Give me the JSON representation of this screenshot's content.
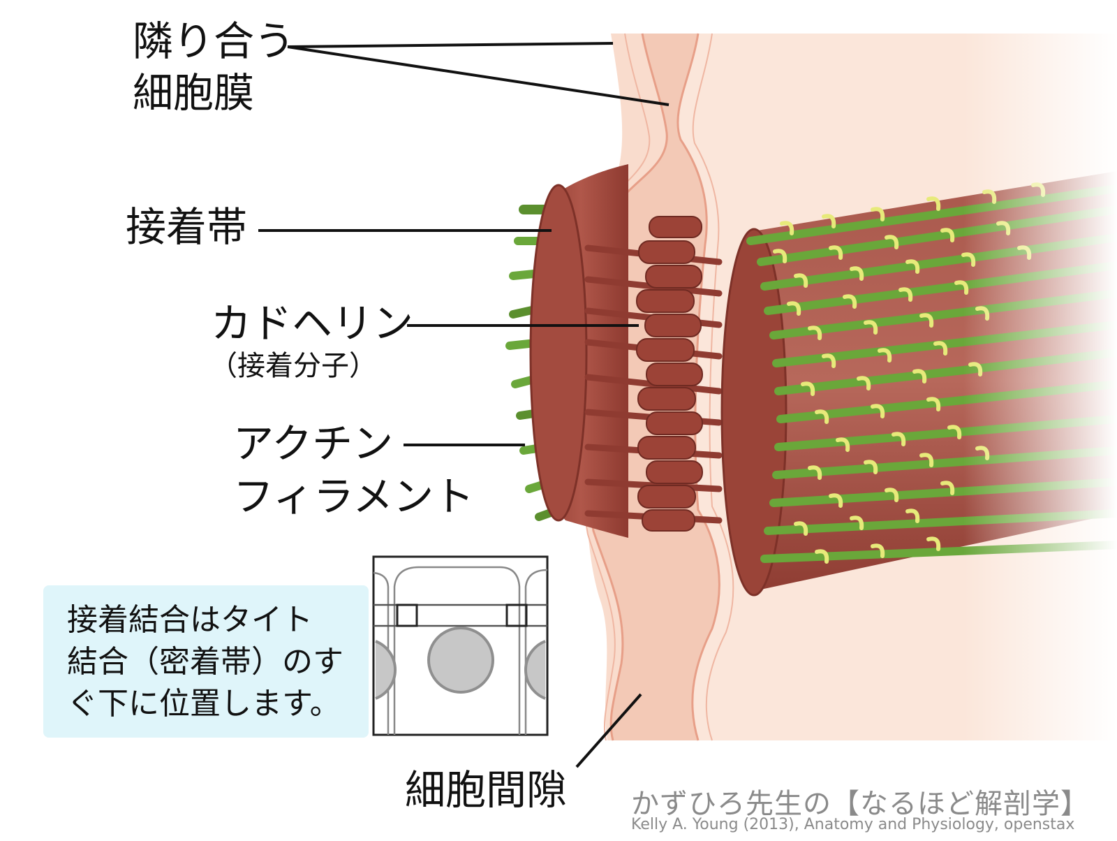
{
  "labels": {
    "membrane_line1": "隣り合う",
    "membrane_line2": "細胞膜",
    "adhesion_belt": "接着帯",
    "cadherin": "カドヘリン",
    "cadherin_sub": "（接着分子）",
    "actin_line1": "アクチン",
    "actin_line2": "フィラメント",
    "intercellular_space": "細胞間隙"
  },
  "note": {
    "line1": "接着結合はタイト",
    "line2": "結合（密着帯）のす",
    "line3": "ぐ下に位置します。"
  },
  "credit": {
    "line1": "かずひろ先生の【なるほど解剖学】",
    "line2": "Kelly A. Young (2013), Anatomy and Physiology, openstax"
  },
  "colors": {
    "cell_fill": "#fbe3d6",
    "membrane": "#f1b8a4",
    "plaque": "#a14a3e",
    "plaque_dark": "#7d3128",
    "cadherin": "#9c4337",
    "actin_green": "#6aa73a",
    "actin_yellow": "#e7ea7a",
    "note_bg": "#dff5fa"
  },
  "icons": [
    "epithelial-cell-inset-icon"
  ]
}
